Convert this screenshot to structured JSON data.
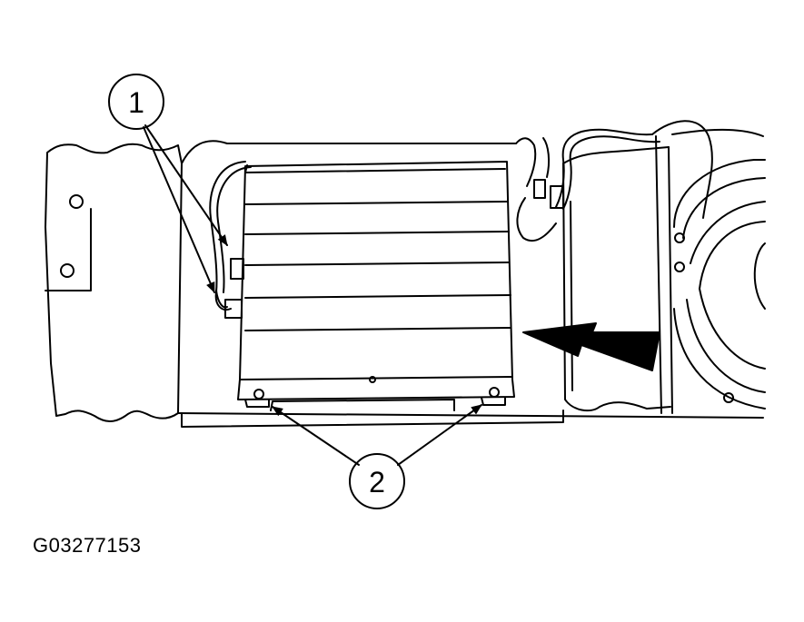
{
  "callouts": [
    {
      "number": "1"
    },
    {
      "number": "2"
    }
  ],
  "figure_code": "G03277153",
  "colors": {
    "ink": "#000000",
    "paper": "#ffffff"
  }
}
